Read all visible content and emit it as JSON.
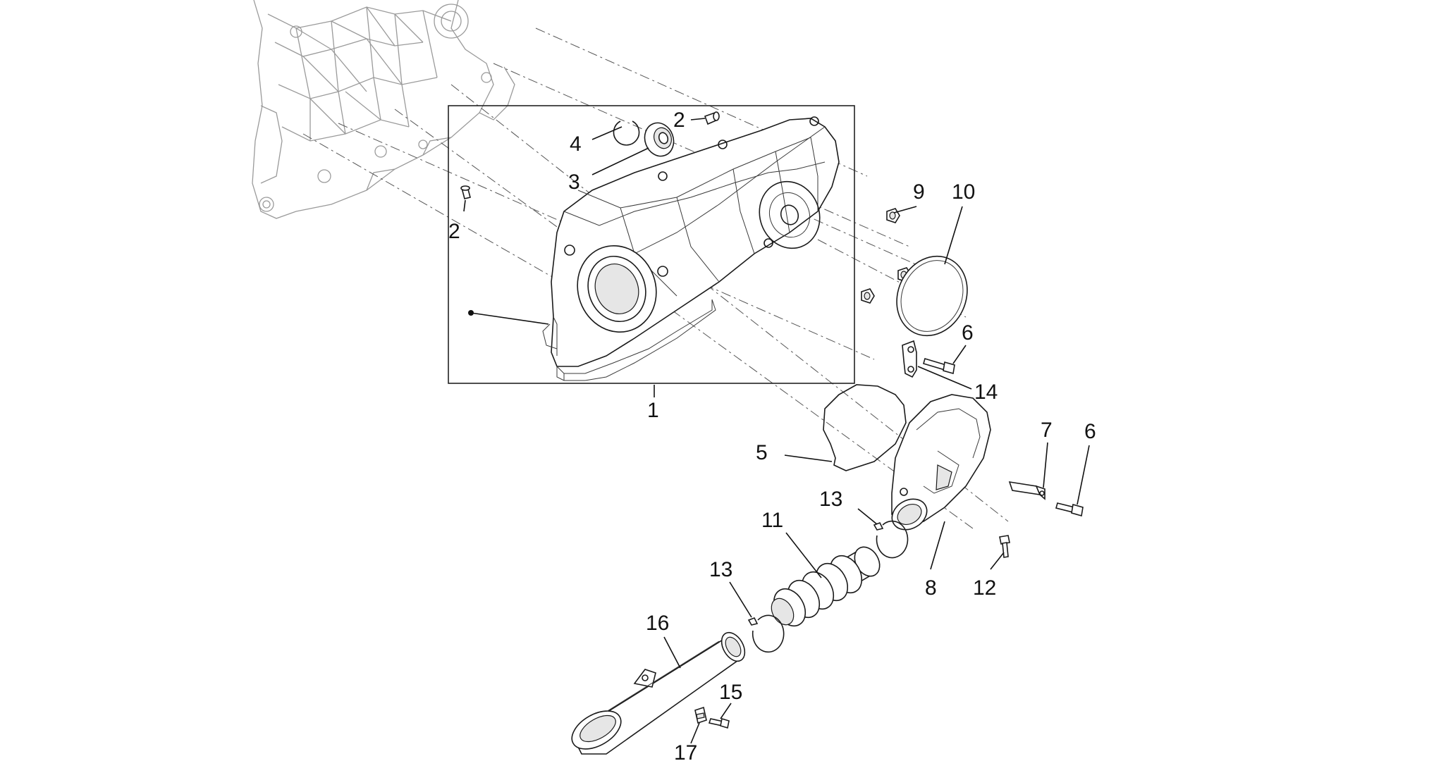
{
  "labels": {
    "p1": "1",
    "p2a": "2",
    "p2b": "2",
    "p3": "3",
    "p4": "4",
    "p5": "5",
    "p6a": "6",
    "p6b": "6",
    "p7": "7",
    "p8": "8",
    "p9": "9",
    "p10": "10",
    "p11": "11",
    "p12": "12",
    "p13a": "13",
    "p13b": "13",
    "p14": "14",
    "p15": "15",
    "p16": "16",
    "p17": "17"
  }
}
